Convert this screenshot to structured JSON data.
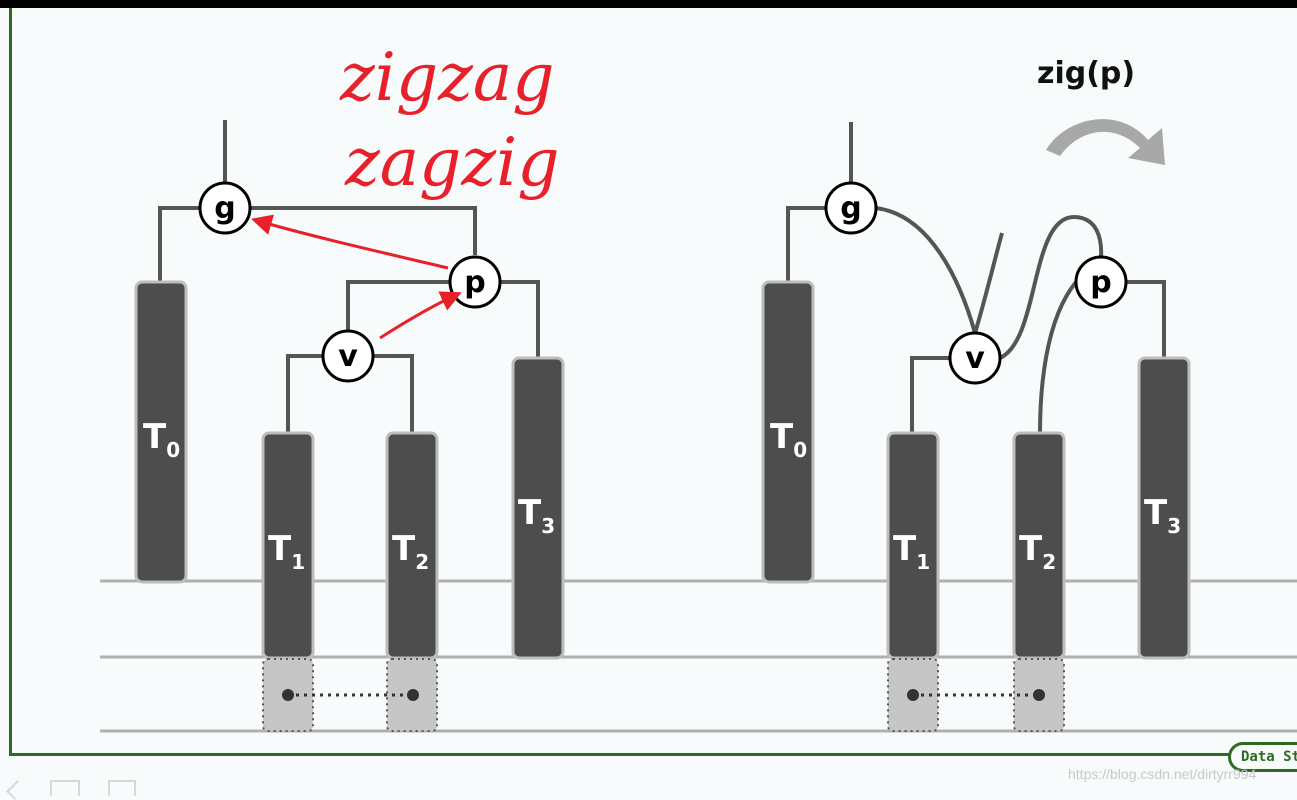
{
  "handwritten": {
    "line1": "zigzag",
    "line2": "zagzig"
  },
  "rotation": {
    "label": "zig(p)"
  },
  "colors": {
    "block": "#4d4d4d",
    "block_border": "#bdbdbd",
    "edge": "#555555",
    "ink": "#e8202a",
    "arrow": "#a8a8a8",
    "frame": "#2e6b1f",
    "guide": "#b0b0b0"
  },
  "before": {
    "nodes": {
      "g": "g",
      "p": "p",
      "v": "v"
    },
    "subtrees": [
      {
        "base": "T",
        "sub": "0"
      },
      {
        "base": "T",
        "sub": "1"
      },
      {
        "base": "T",
        "sub": "2"
      },
      {
        "base": "T",
        "sub": "3"
      }
    ]
  },
  "after": {
    "nodes": {
      "g": "g",
      "p": "p",
      "v": "v"
    },
    "subtrees": [
      {
        "base": "T",
        "sub": "0"
      },
      {
        "base": "T",
        "sub": "1"
      },
      {
        "base": "T",
        "sub": "2"
      },
      {
        "base": "T",
        "sub": "3"
      }
    ]
  },
  "footer": {
    "badge": "Data St",
    "watermark": "https://blog.csdn.net/dirtyrr994"
  },
  "toolbar": {
    "icons": [
      "back-icon",
      "list-icon",
      "pen-icon"
    ]
  }
}
